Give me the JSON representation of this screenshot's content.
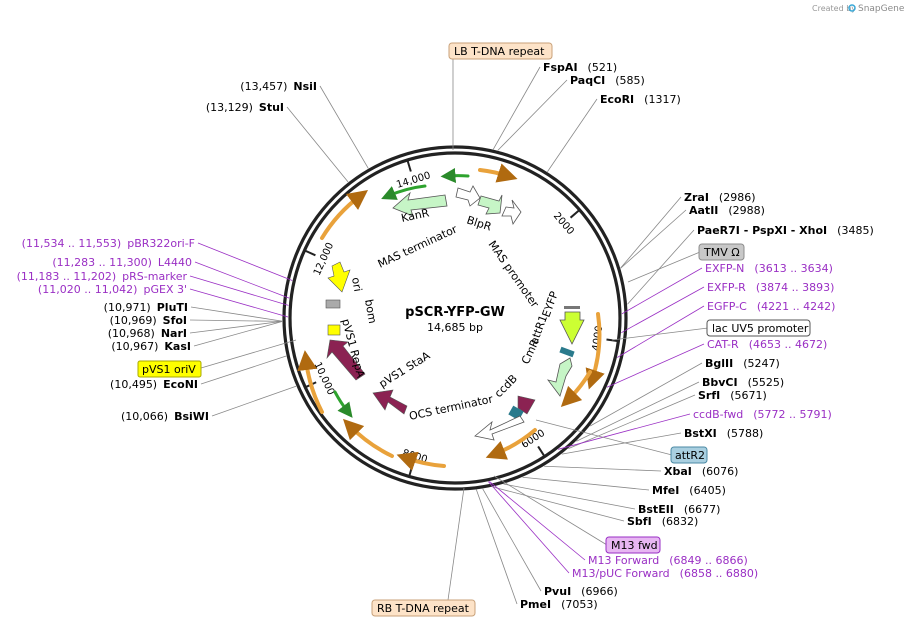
{
  "credit": {
    "prefix": "Created by",
    "brand": "SnapGene"
  },
  "plasmid": {
    "name": "pSCR-YFP-GW",
    "size": "14,685 bp"
  },
  "ticks": [
    {
      "label": "2000",
      "frac": 0.1362
    },
    {
      "label": "4000",
      "frac": 0.2724
    },
    {
      "label": "6000",
      "frac": 0.4086
    },
    {
      "label": "8000",
      "frac": 0.5448
    },
    {
      "label": "10,000",
      "frac": 0.681
    },
    {
      "label": "12,000",
      "frac": 0.8172
    },
    {
      "label": "14,000",
      "frac": 0.9534
    }
  ],
  "enzymes": [
    {
      "name": "FspAI",
      "pos": "(521)",
      "frac": 0.0355,
      "side": "right"
    },
    {
      "name": "PaqCI",
      "pos": "(585)",
      "frac": 0.0398,
      "side": "right"
    },
    {
      "name": "EcoRI",
      "pos": "(1317)",
      "frac": 0.0897,
      "side": "right"
    },
    {
      "name": "ZraI",
      "pos": "(2986)",
      "frac": 0.2033,
      "side": "right"
    },
    {
      "name": "AatII",
      "pos": "(2988)",
      "frac": 0.2035,
      "side": "right"
    },
    {
      "name": "PaeR7I - PspXI - XhoI",
      "pos": "(3485)",
      "frac": 0.2373,
      "side": "right"
    },
    {
      "name": "BglII",
      "pos": "(5247)",
      "frac": 0.3573,
      "side": "right"
    },
    {
      "name": "BbvCI",
      "pos": "(5525)",
      "frac": 0.3762,
      "side": "right"
    },
    {
      "name": "SrfI",
      "pos": "(5671)",
      "frac": 0.3862,
      "side": "right"
    },
    {
      "name": "BstXI",
      "pos": "(5788)",
      "frac": 0.3941,
      "side": "right"
    },
    {
      "name": "XbaI",
      "pos": "(6076)",
      "frac": 0.4138,
      "side": "right"
    },
    {
      "name": "MfeI",
      "pos": "(6405)",
      "frac": 0.4362,
      "side": "right"
    },
    {
      "name": "BstEII",
      "pos": "(6677)",
      "frac": 0.4547,
      "side": "right"
    },
    {
      "name": "SbfI",
      "pos": "(6832)",
      "frac": 0.4652,
      "side": "right"
    },
    {
      "name": "PvuI",
      "pos": "(6966)",
      "frac": 0.4744,
      "side": "right"
    },
    {
      "name": "PmeI",
      "pos": "(7053)",
      "frac": 0.4803,
      "side": "right"
    },
    {
      "name": "BsiWI",
      "pos": "(10,066)",
      "frac": 0.6855,
      "side": "left"
    },
    {
      "name": "EcoNI",
      "pos": "(10,495)",
      "frac": 0.7147,
      "side": "left"
    },
    {
      "name": "KasI",
      "pos": "(10,967)",
      "frac": 0.7468,
      "side": "left"
    },
    {
      "name": "NarI",
      "pos": "(10,968)",
      "frac": 0.7469,
      "side": "left"
    },
    {
      "name": "SfoI",
      "pos": "(10,969)",
      "frac": 0.7469,
      "side": "left"
    },
    {
      "name": "PluTI",
      "pos": "(10,971)",
      "frac": 0.7471,
      "side": "left"
    },
    {
      "name": "StuI",
      "pos": "(13,129)",
      "frac": 0.894,
      "side": "left"
    },
    {
      "name": "NsiI",
      "pos": "(13,457)",
      "frac": 0.9164,
      "side": "left"
    }
  ],
  "primers": [
    {
      "name": "EXFP-N",
      "pos": "(3613 .. 3634)",
      "side": "right"
    },
    {
      "name": "EXFP-R",
      "pos": "(3874 .. 3893)",
      "side": "right"
    },
    {
      "name": "EGFP-C",
      "pos": "(4221 .. 4242)",
      "side": "right"
    },
    {
      "name": "CAT-R",
      "pos": "(4653 .. 4672)",
      "side": "right"
    },
    {
      "name": "ccdB-fwd",
      "pos": "(5772 .. 5791)",
      "side": "right"
    },
    {
      "name": "M13 Forward",
      "pos": "(6849 .. 6866)",
      "side": "right"
    },
    {
      "name": "M13/pUC Forward",
      "pos": "(6858 .. 6880)",
      "side": "right"
    },
    {
      "name": "pBR322ori-F",
      "pos": "(11,534 .. 11,553)",
      "side": "left"
    },
    {
      "name": "L4440",
      "pos": "(11,283 .. 11,300)",
      "side": "left"
    },
    {
      "name": "pRS-marker",
      "pos": "(11,183 .. 11,202)",
      "side": "left"
    },
    {
      "name": "pGEX 3'",
      "pos": "(11,020 .. 11,042)",
      "side": "left"
    }
  ],
  "boxes": [
    {
      "label": "LB T-DNA repeat",
      "fill": "#fde3c8",
      "stroke": "#c9a27a"
    },
    {
      "label": "TMV Ω",
      "fill": "#c8c8c8",
      "stroke": "#8c8c8c"
    },
    {
      "label": "lac UV5 promoter",
      "fill": "#ffffff",
      "stroke": "#555555"
    },
    {
      "label": "attR2",
      "fill": "#a9cfe0",
      "stroke": "#4b8aa4"
    },
    {
      "label": "M13 fwd",
      "fill": "#e7b6f2",
      "stroke": "#9a2fc4"
    },
    {
      "label": "RB T-DNA repeat",
      "fill": "#fde3c8",
      "stroke": "#c9a27a"
    },
    {
      "label": "pVS1 oriV",
      "fill": "#ffff00",
      "stroke": "#a8a800"
    }
  ],
  "features": [
    {
      "label": "KanR",
      "color": "#c6f5c6"
    },
    {
      "label": "MAS terminator",
      "color": "#ffffff"
    },
    {
      "label": "BlpR",
      "color": "#ffffff"
    },
    {
      "label": "MAS promoter",
      "color": "#ffffff"
    },
    {
      "label": "attR1",
      "color": "#2a7a8c"
    },
    {
      "label": "EYFP",
      "color": "#ccff33"
    },
    {
      "label": "CmR",
      "color": "#c6f5c6"
    },
    {
      "label": "ccdB",
      "color": "#c6f5c6"
    },
    {
      "label": "OCS terminator",
      "color": "#ffffff"
    },
    {
      "label": "pVS1 StaA",
      "color": "#8b2252"
    },
    {
      "label": "pVS1 RepA",
      "color": "#8b2252"
    },
    {
      "label": "bom",
      "color": "#aaaaaa"
    },
    {
      "label": "ori",
      "color": "#ffff00"
    }
  ],
  "colors": {
    "backbone": "#222222",
    "enzyme_line": "#888888",
    "primer": "#9a2fc4",
    "orange_arc": "#e9a23b"
  }
}
